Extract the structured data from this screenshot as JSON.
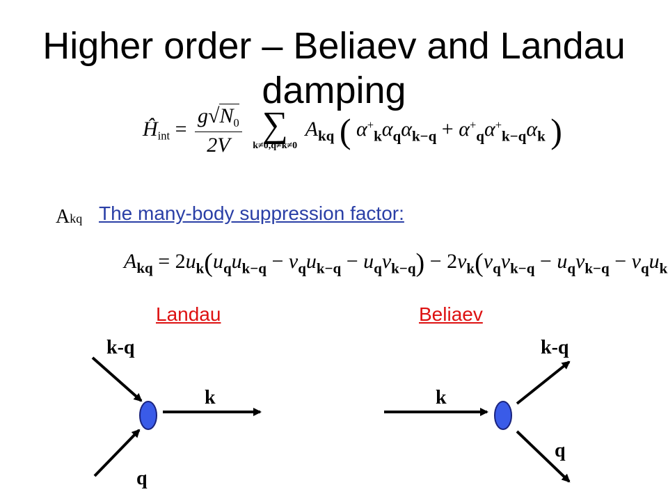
{
  "title": "Higher order – Beliaev and Landau damping",
  "hamiltonian": {
    "lhs": "Ĥ",
    "lhs_sub": "int",
    "num_g": "g",
    "num_root": "N",
    "num_root_sub": "0",
    "den": "2V",
    "sum_limits": "k≠0,q≠k≠0",
    "coef": "A",
    "coef_sub": "kq"
  },
  "akq_symbol": "A",
  "akq_symbol_sub": "kq",
  "suppression_label": "The many-body suppression factor:",
  "akq_equation": {
    "lhs": "A",
    "lhs_sub": "kq"
  },
  "landau": {
    "heading": "Landau",
    "label_kq": "k-q",
    "label_k": "k",
    "label_q": "q"
  },
  "beliaev": {
    "heading": "Beliaev",
    "label_kq": "k-q",
    "label_k": "k",
    "label_q": "q"
  },
  "colors": {
    "vertex_fill": "#3a5be8",
    "vertex_stroke": "#1a237e",
    "link_blue": "#2a3fa6",
    "link_red": "#dd1111"
  }
}
